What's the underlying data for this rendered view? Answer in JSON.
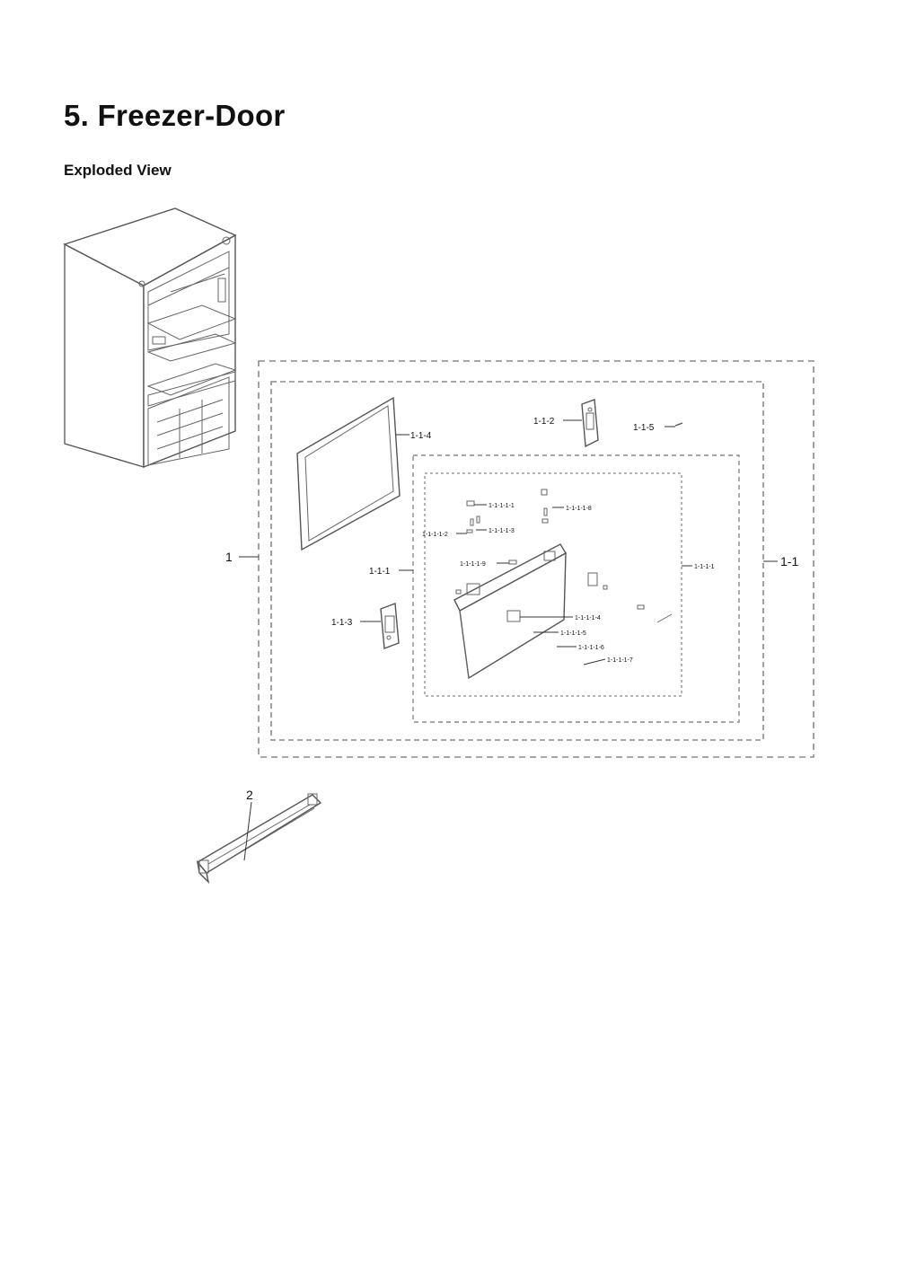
{
  "page": {
    "title": "5.  Freezer-Door",
    "subtitle": "Exploded View"
  },
  "labels": {
    "l1": "1",
    "l1_1": "1-1",
    "l1_1_1": "1-1-1",
    "l1_1_2": "1-1-2",
    "l1_1_3": "1-1-3",
    "l1_1_4": "1-1-4",
    "l1_1_5": "1-1-5",
    "l1_1_1_1": "1-1-1-1",
    "l1_1_1_1_1": "1-1-1-1-1",
    "l1_1_1_1_2": "1-1-1-1-2",
    "l1_1_1_1_3": "1-1-1-1-3",
    "l1_1_1_1_4": "1-1-1-1-4",
    "l1_1_1_1_5": "1-1-1-1-5",
    "l1_1_1_1_6": "1-1-1-1-6",
    "l1_1_1_1_7": "1-1-1-1-7",
    "l1_1_1_1_8": "1-1-1-1-8",
    "l1_1_1_1_9": "1-1-1-1-9",
    "l2": "2"
  }
}
